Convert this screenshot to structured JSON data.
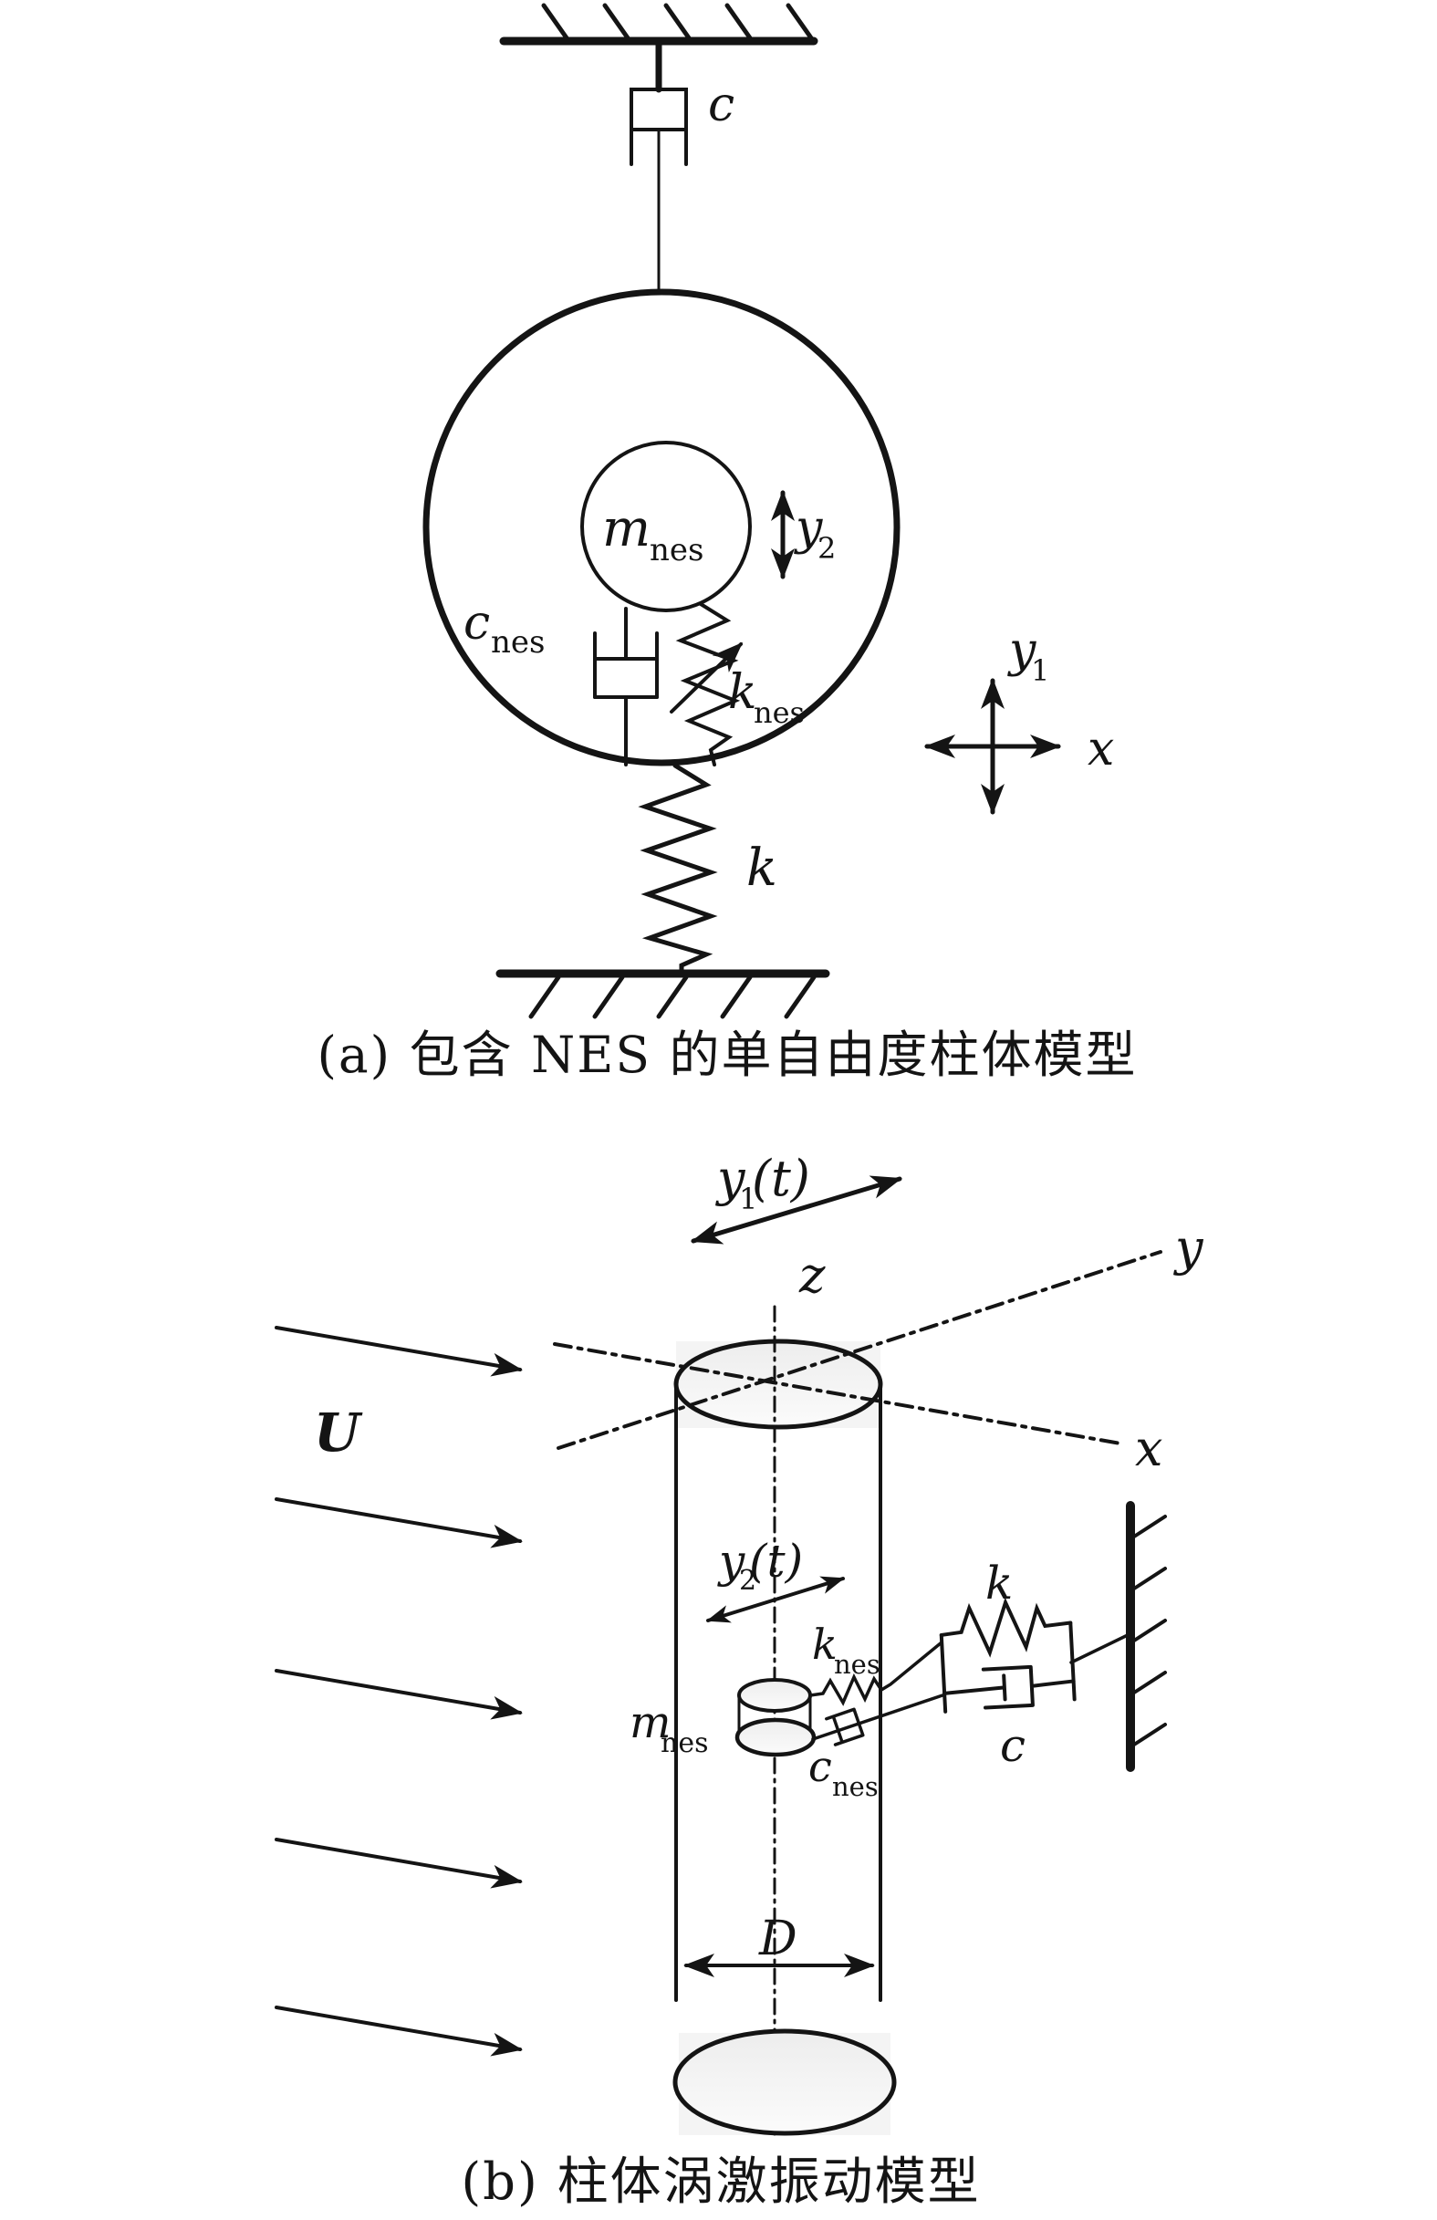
{
  "captions": {
    "a": "(a) 包含 NES 的单自由度柱体模型",
    "b": "(b) 柱体涡激振动模型"
  },
  "symbols": {
    "m": "m",
    "c": "c",
    "k": "k",
    "y": "y",
    "x": "x",
    "z": "z",
    "U": "U",
    "D": "D",
    "nes": "nes",
    "sub1": "1",
    "sub2": "2",
    "t": "(t)"
  },
  "colors": {
    "ink": "#141414",
    "fill_light": "#f2f2f2"
  }
}
